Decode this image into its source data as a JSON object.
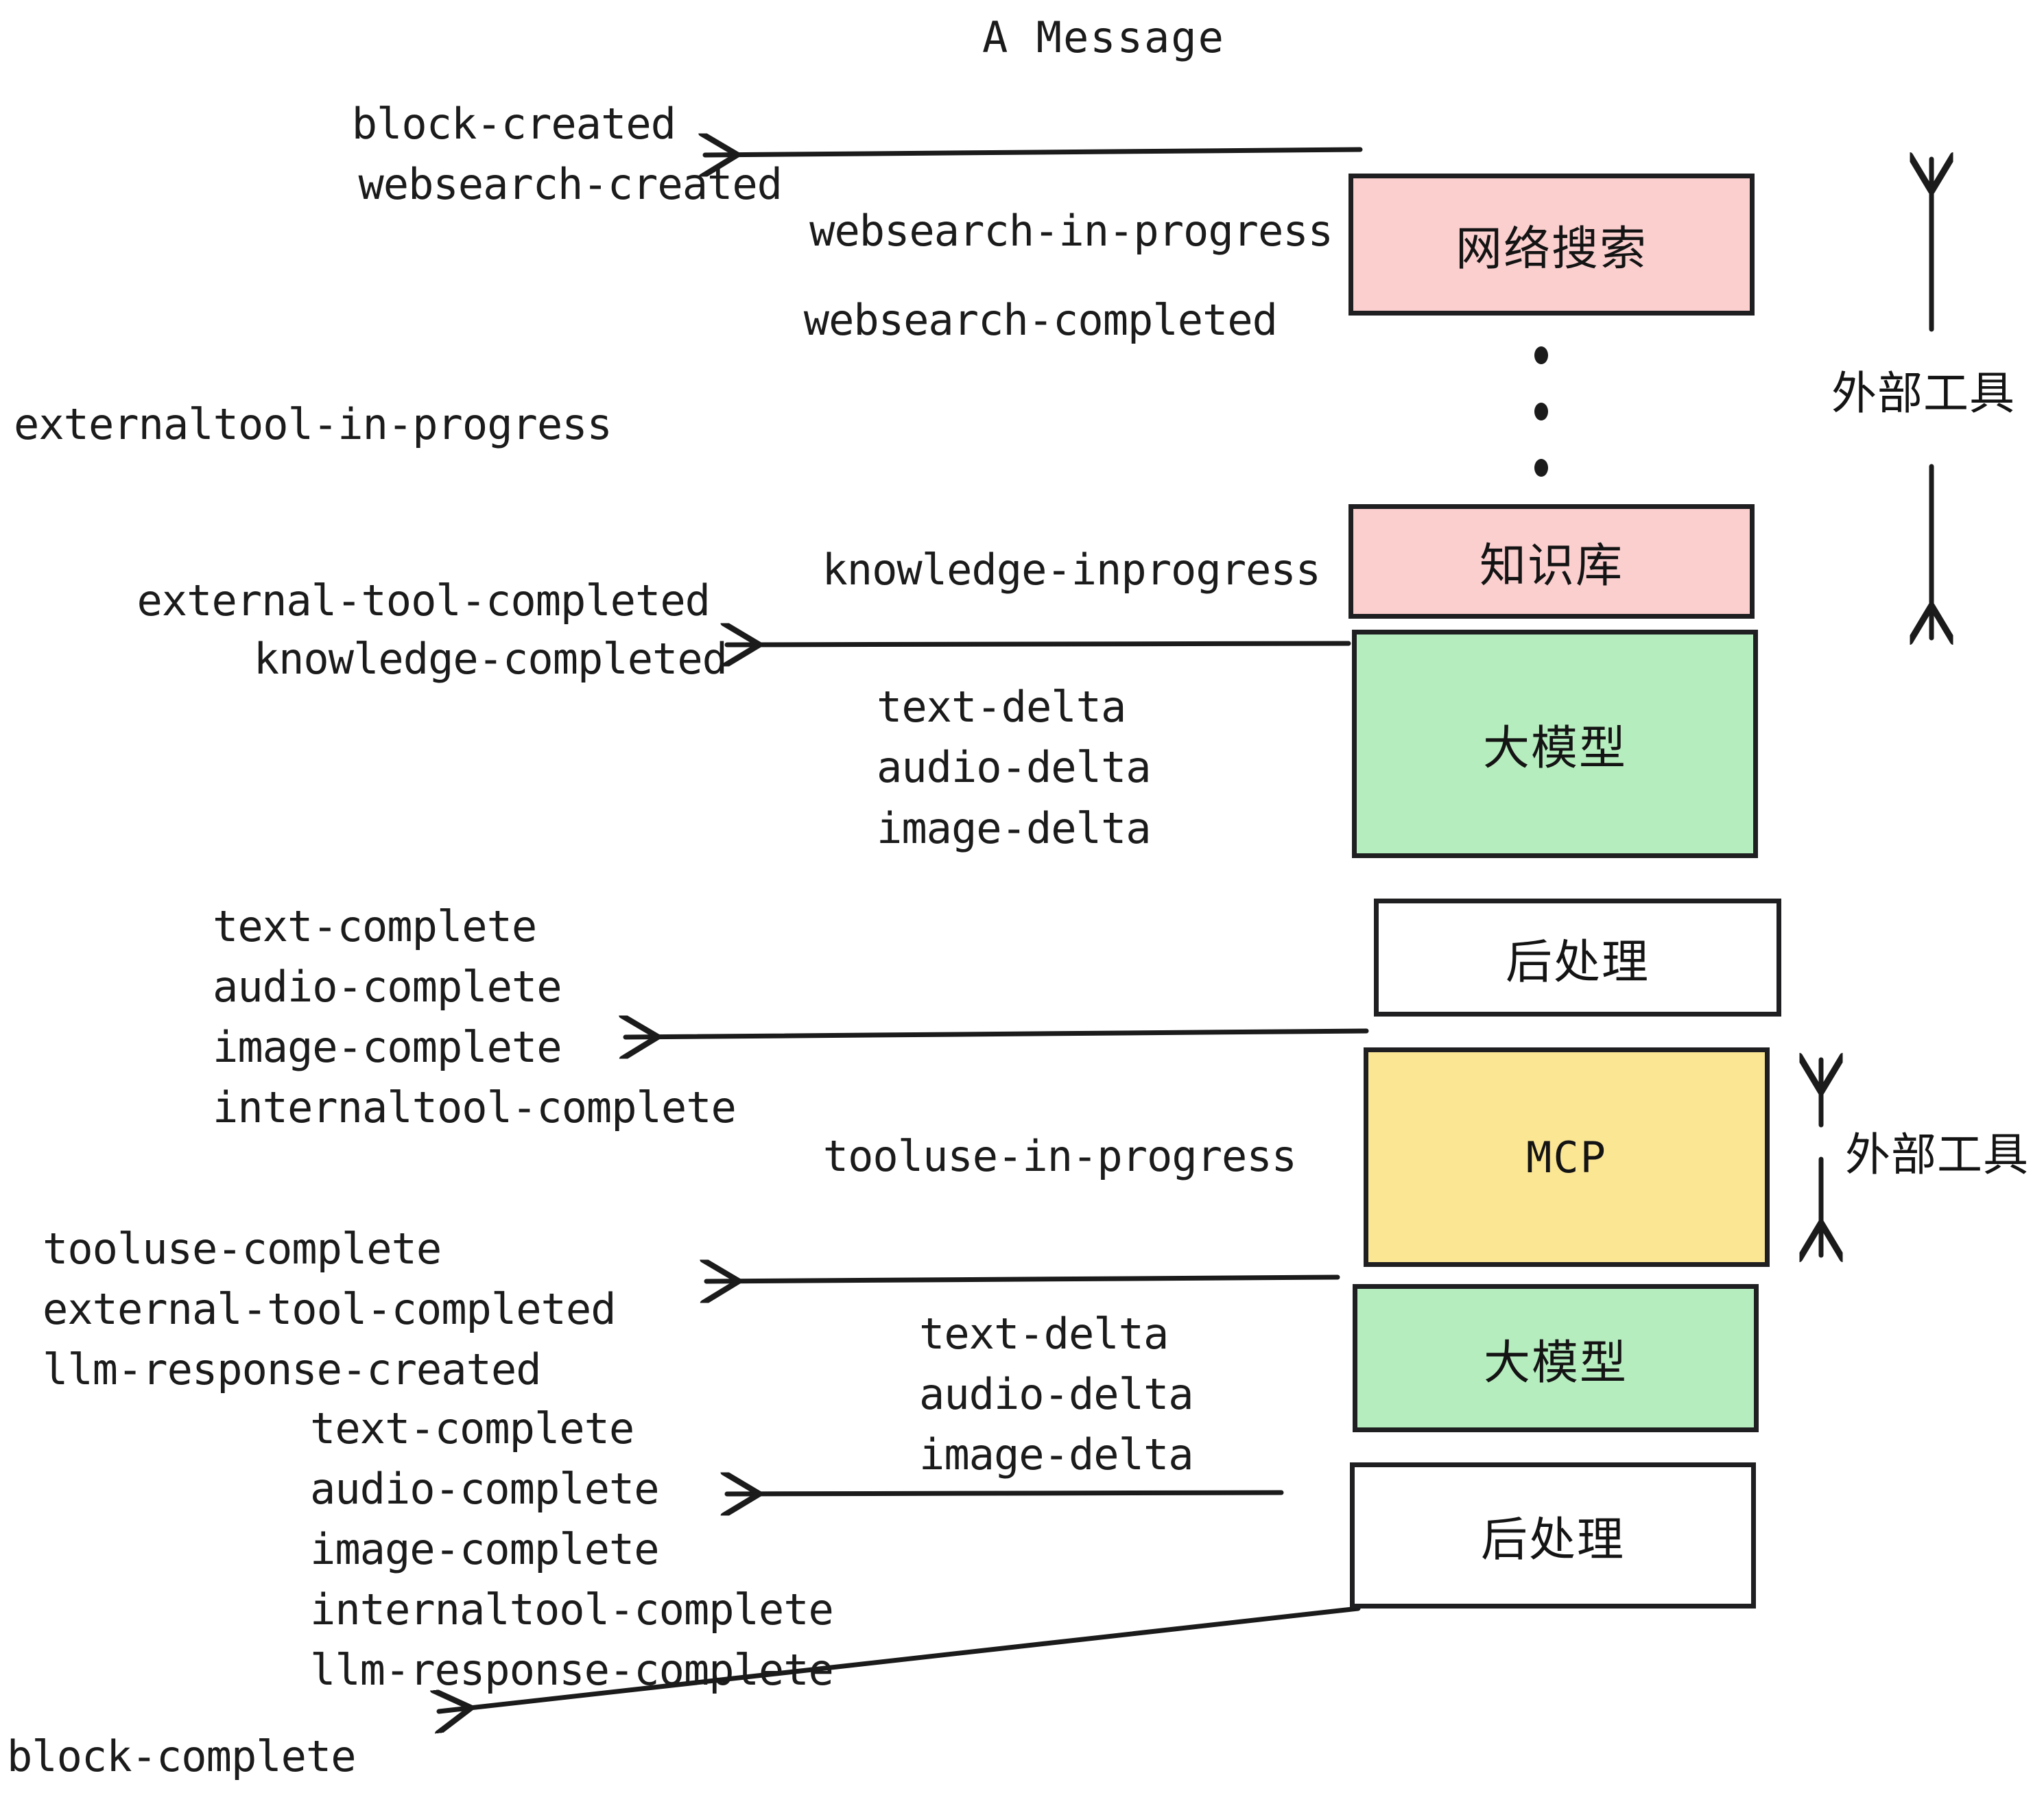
{
  "title": "A Message",
  "colors": {
    "pink": "#fccfcf",
    "green": "#b6edbe",
    "yellow": "#fbe694",
    "white": "#ffffff",
    "stroke": "#1f1f22",
    "text": "#141414"
  },
  "nodes": [
    {
      "id": "websearch",
      "label": "网络搜索",
      "fill": "#fccfcf",
      "mono": false
    },
    {
      "id": "knowledge",
      "label": "知识库",
      "fill": "#fccfcf",
      "mono": false
    },
    {
      "id": "llm-top",
      "label": "大模型",
      "fill": "#b6edbe",
      "mono": false
    },
    {
      "id": "post-top",
      "label": "后处理",
      "fill": "#ffffff",
      "mono": false
    },
    {
      "id": "mcp",
      "label": "MCP",
      "fill": "#fbe694",
      "mono": true
    },
    {
      "id": "llm-bottom",
      "label": "大模型",
      "fill": "#b6edbe",
      "mono": false
    },
    {
      "id": "post-bottom",
      "label": "后处理",
      "fill": "#ffffff",
      "mono": false
    }
  ],
  "side_labels": [
    {
      "id": "external-tools-top",
      "text": "外部工具"
    },
    {
      "id": "external-tools-bottom",
      "text": "外部工具"
    }
  ],
  "events": [
    {
      "id": "block-created",
      "text": "block-created"
    },
    {
      "id": "websearch-created",
      "text": "websearch-created"
    },
    {
      "id": "websearch-in-progress",
      "text": "websearch-in-progress"
    },
    {
      "id": "websearch-completed",
      "text": "websearch-completed"
    },
    {
      "id": "externaltool-in-progress",
      "text": "externaltool-in-progress"
    },
    {
      "id": "knowledge-inprogress",
      "text": "knowledge-inprogress"
    },
    {
      "id": "external-tool-completed-1",
      "text": "external-tool-completed"
    },
    {
      "id": "knowledge-completed",
      "text": "knowledge-completed"
    },
    {
      "id": "text-delta-1",
      "text": "text-delta"
    },
    {
      "id": "audio-delta-1",
      "text": "audio-delta"
    },
    {
      "id": "image-delta-1",
      "text": "image-delta"
    },
    {
      "id": "text-complete-1",
      "text": "text-complete"
    },
    {
      "id": "audio-complete-1",
      "text": "audio-complete"
    },
    {
      "id": "image-complete-1",
      "text": "image-complete"
    },
    {
      "id": "internaltool-complete-1",
      "text": "internaltool-complete"
    },
    {
      "id": "tooluse-in-progress",
      "text": "tooluse-in-progress"
    },
    {
      "id": "tooluse-complete",
      "text": "tooluse-complete"
    },
    {
      "id": "external-tool-completed-2",
      "text": "external-tool-completed"
    },
    {
      "id": "llm-response-created",
      "text": "llm-response-created"
    },
    {
      "id": "text-complete-2",
      "text": "text-complete"
    },
    {
      "id": "text-delta-2",
      "text": "text-delta"
    },
    {
      "id": "audio-delta-2",
      "text": "audio-delta"
    },
    {
      "id": "image-delta-2",
      "text": "image-delta"
    },
    {
      "id": "audio-complete-2",
      "text": "audio-complete"
    },
    {
      "id": "image-complete-2",
      "text": "image-complete"
    },
    {
      "id": "internaltool-complete-2",
      "text": "internaltool-complete"
    },
    {
      "id": "llm-response-complete",
      "text": "llm-response-complete"
    },
    {
      "id": "block-complete",
      "text": "block-complete"
    }
  ]
}
